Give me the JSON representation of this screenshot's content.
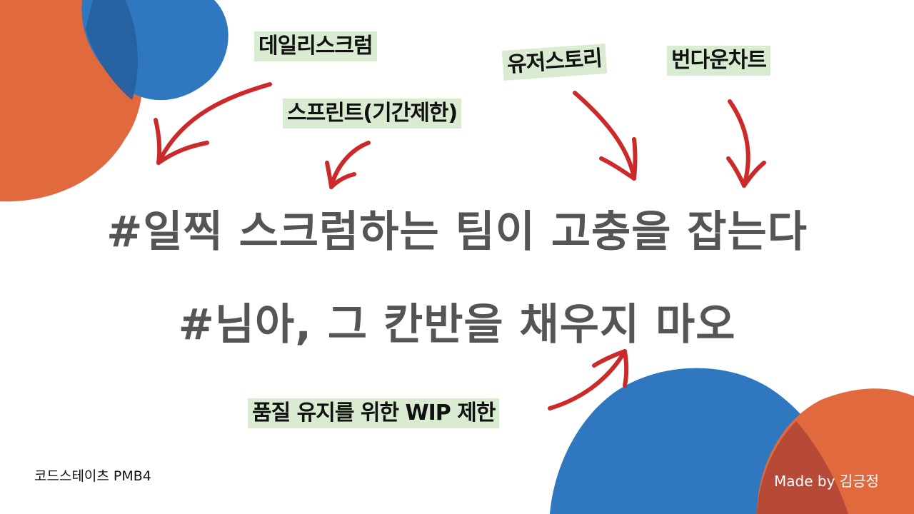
{
  "labels": {
    "daily_scrum": "데일리스크럼",
    "sprint": "스프린트(기간제한)",
    "user_story": "유저스토리",
    "burndown": "번다운차트",
    "wip": "품질 유지를 위한 WIP 제한"
  },
  "headlines": {
    "line1": "#일찍 스크럼하는 팀이 고충을 잡는다",
    "line2": "#님아, 그 칸반을 채우지 마오"
  },
  "footer": {
    "left": "코드스테이츠 PMB4",
    "right": "Made by 김긍정"
  },
  "colors": {
    "orange": "#e06a3e",
    "blue": "#2f78bf",
    "arrow": "#cc2a2a",
    "highlight": "#d9ecd2",
    "headline": "#555555"
  },
  "icons": [
    "curved-arrow-icon"
  ]
}
